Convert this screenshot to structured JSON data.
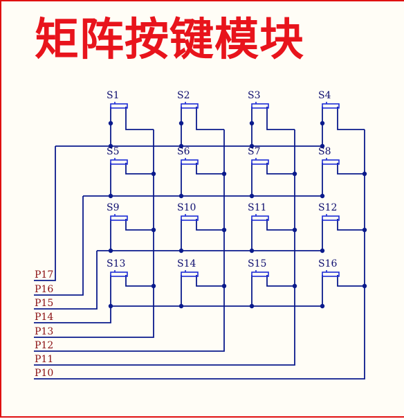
{
  "title": "矩阵按键模块",
  "switches": [
    [
      "S1",
      "S2",
      "S3",
      "S4"
    ],
    [
      "S5",
      "S6",
      "S7",
      "S8"
    ],
    [
      "S9",
      "S10",
      "S11",
      "S12"
    ],
    [
      "S13",
      "S14",
      "S15",
      "S16"
    ]
  ],
  "ports": [
    "P17",
    "P16",
    "P15",
    "P14",
    "P13",
    "P12",
    "P11",
    "P10"
  ],
  "colors": {
    "title": "#e8141c",
    "wire": "#0a1a8c",
    "switch": "#1a2ad6",
    "port_label": "#8a0f12",
    "border": "#e01010"
  }
}
